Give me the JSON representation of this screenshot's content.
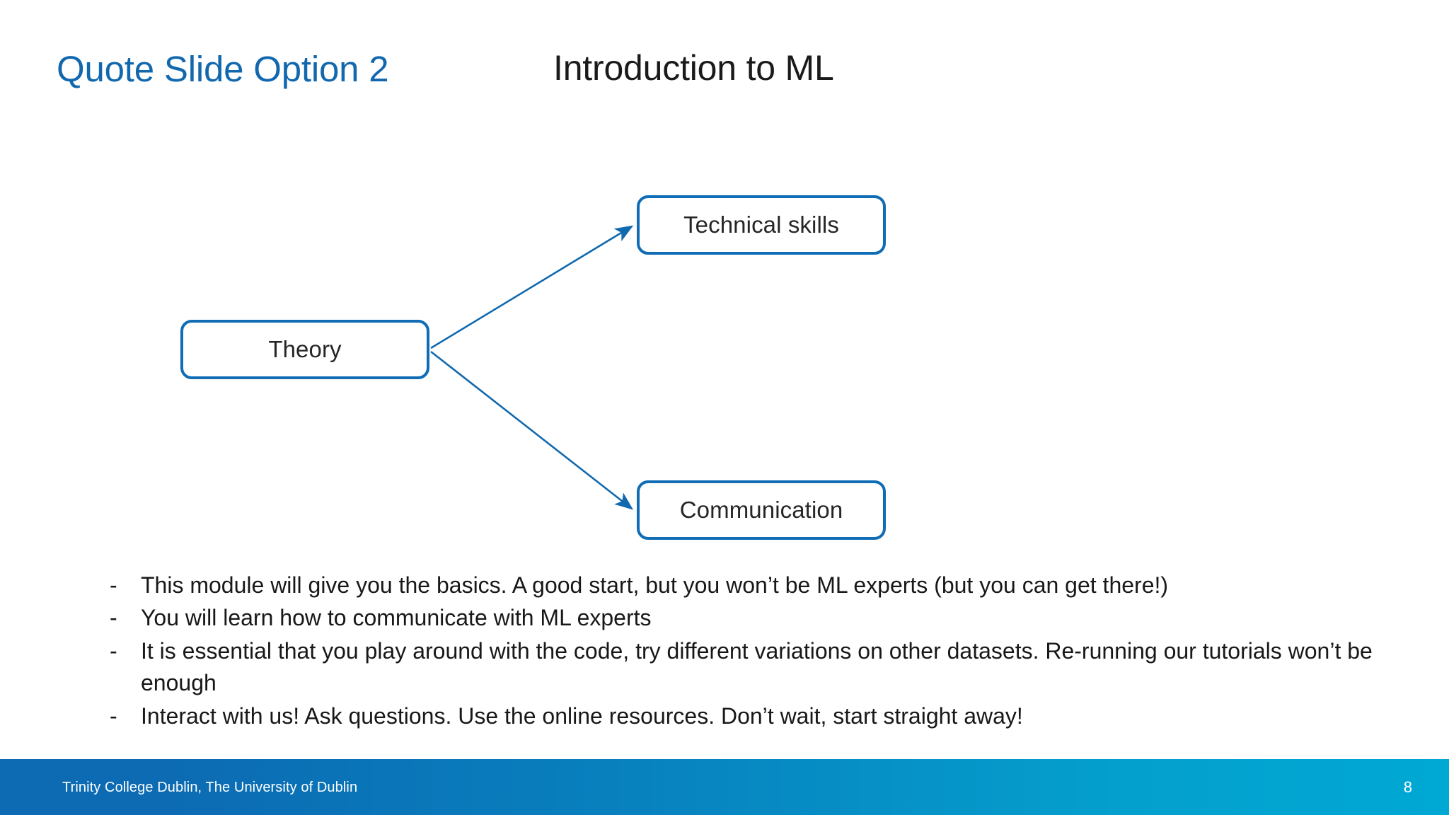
{
  "slide": {
    "quote_title": "Quote Slide Option 2",
    "title": "Introduction to ML",
    "background_color": "#ffffff",
    "accent_color": "#1268AE"
  },
  "diagram": {
    "type": "tree",
    "node_border_color": "#0F6CB5",
    "connector_color": "#1169AE",
    "nodes": [
      {
        "id": "theory",
        "label": "Theory"
      },
      {
        "id": "technical",
        "label": "Technical skills"
      },
      {
        "id": "communication",
        "label": "Communication"
      }
    ],
    "edges": [
      {
        "from": "theory",
        "to": "technical",
        "arrow": "to"
      },
      {
        "from": "theory",
        "to": "communication",
        "arrow": "to"
      }
    ]
  },
  "bullets": {
    "marker": "-",
    "items": [
      "This module will give you the basics. A good start, but you won’t be ML experts (but you can get there!)",
      "You will learn how to communicate with ML experts",
      "It is essential that you play around with the code, try different variations on other datasets. Re-running our tutorials won’t be enough",
      "Interact with us! Ask questions. Use the online resources. Don’t wait, start straight away!"
    ]
  },
  "footer": {
    "organisation": "Trinity College Dublin, The University of Dublin",
    "page_number": "8",
    "gradient_start": "#0C6BB3",
    "gradient_end": "#00A8D4"
  }
}
